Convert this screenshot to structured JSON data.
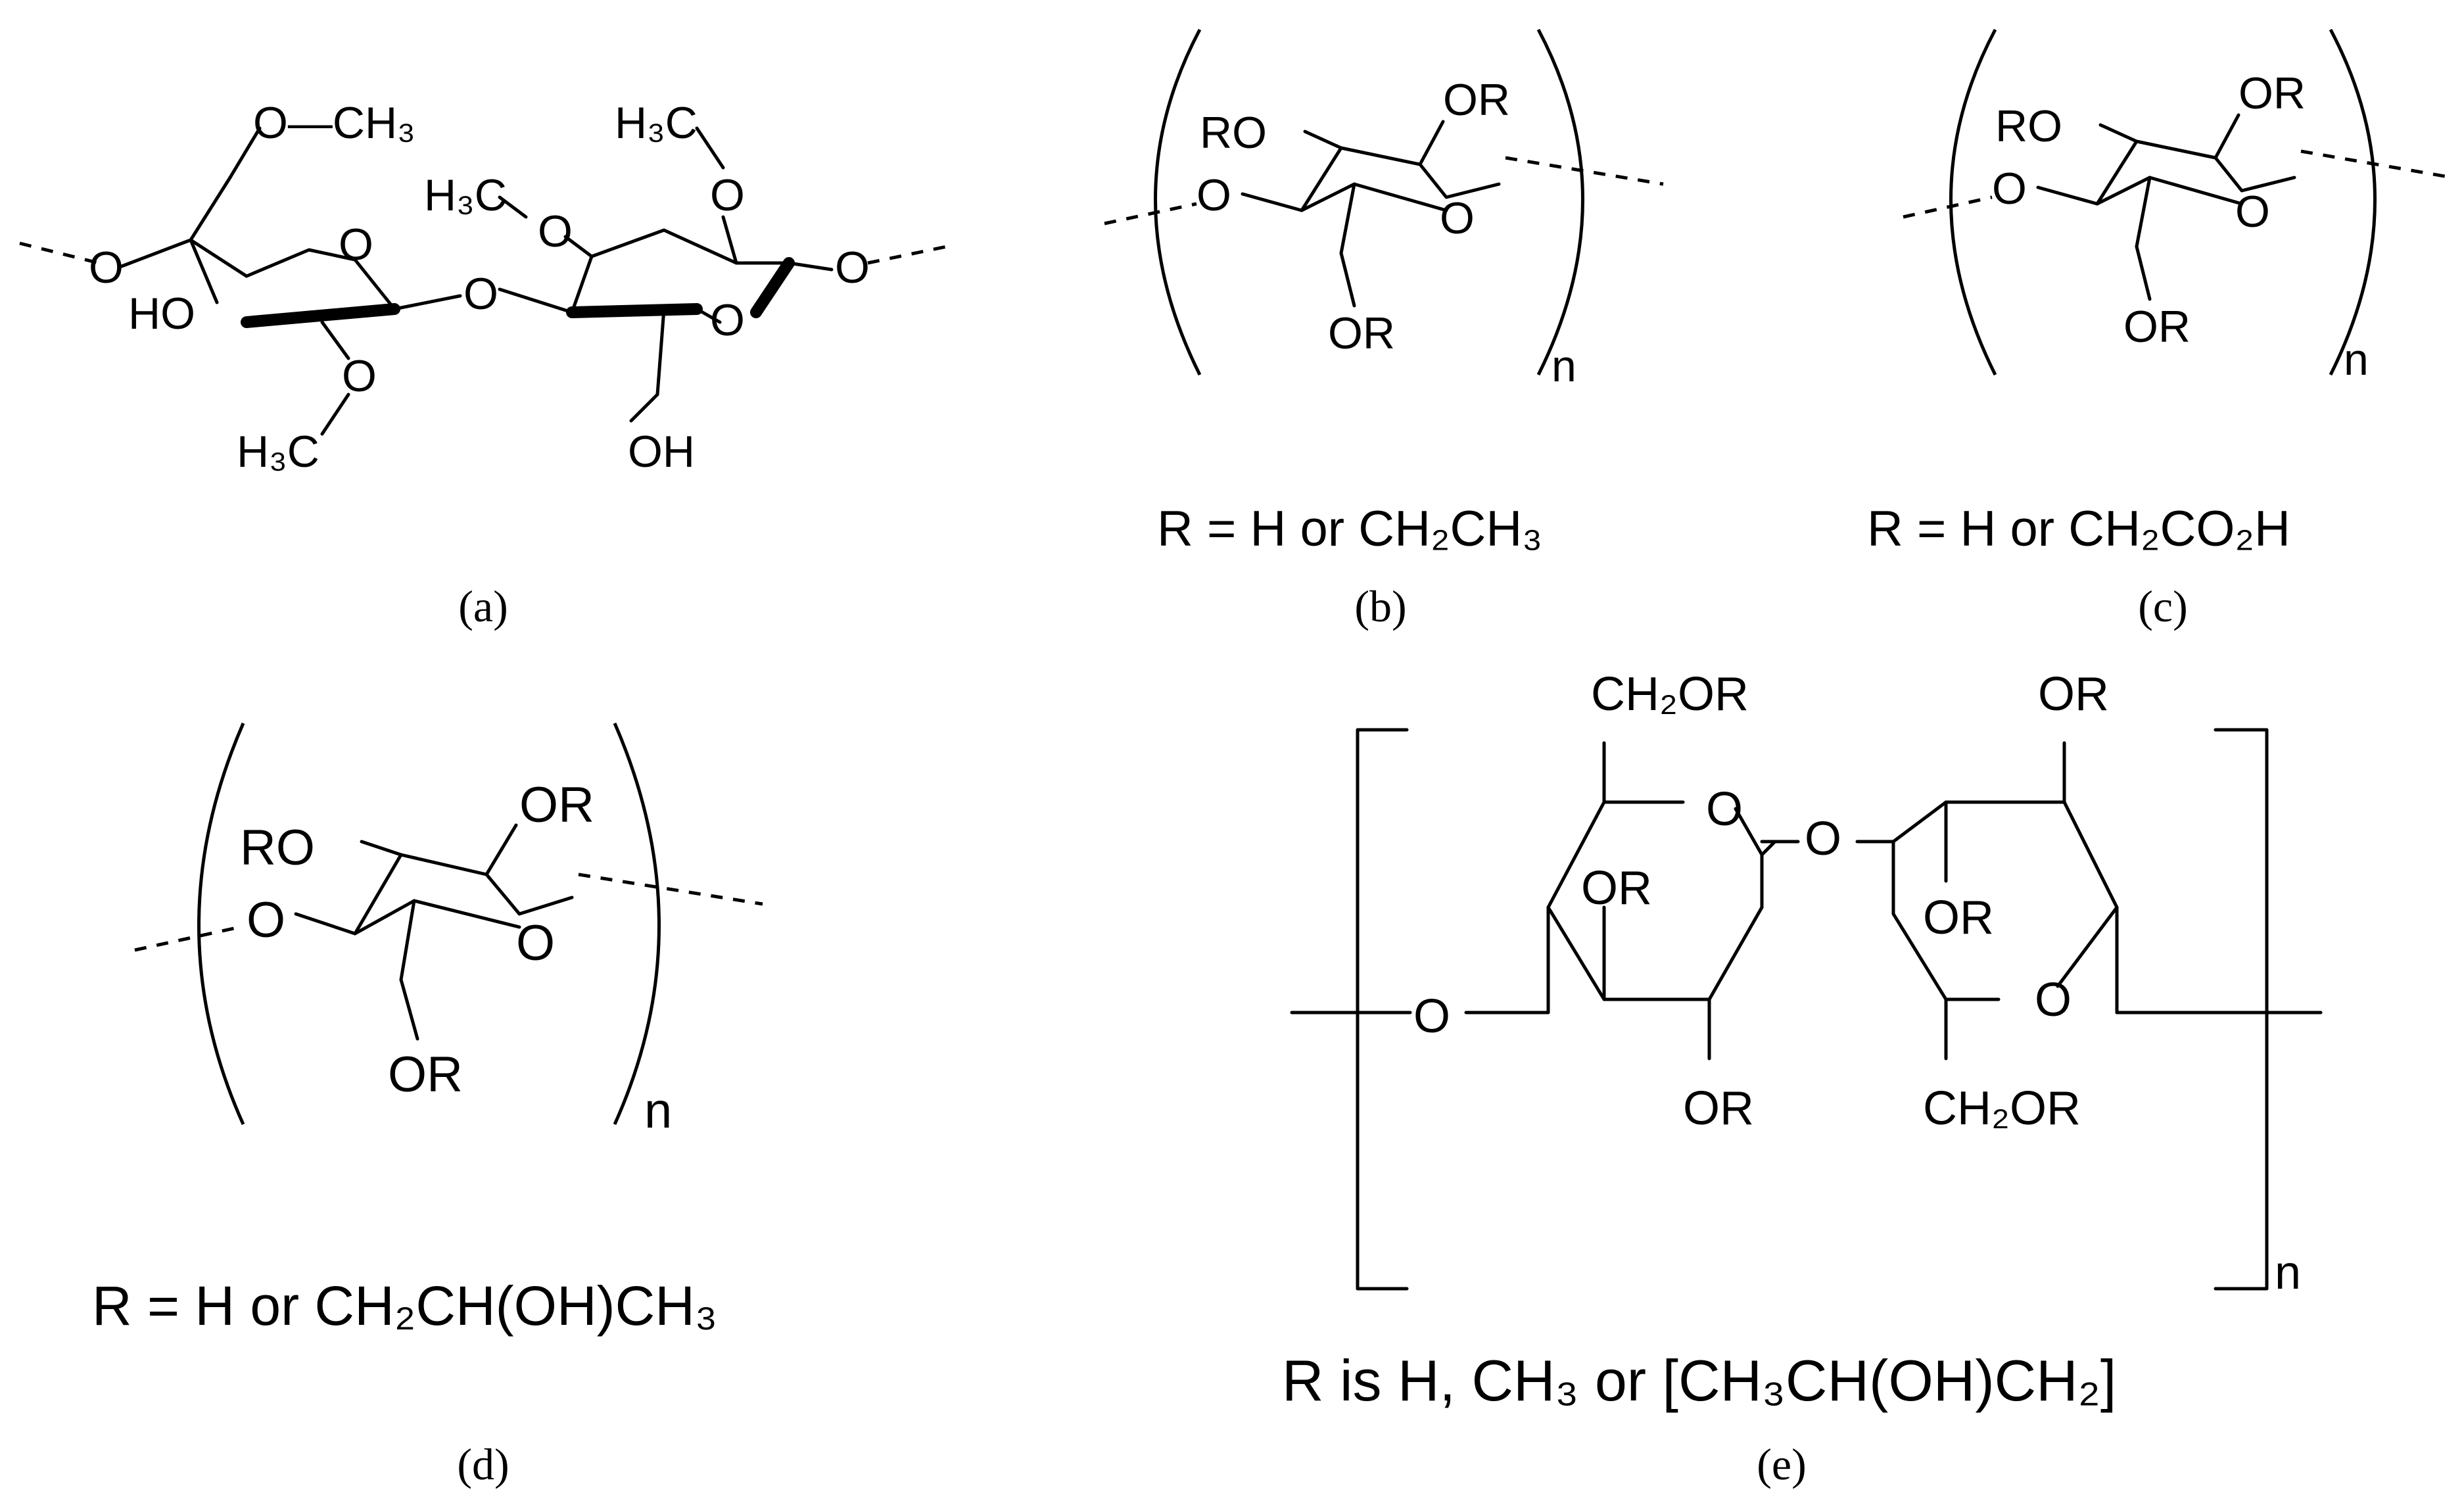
{
  "panels": {
    "a": {
      "caption": "(a)",
      "atoms": {
        "o_ch3_top": "O—CH₃",
        "h3c_top": "H₃C",
        "h3c_mid": "H₃C",
        "h3c_bottom": "H₃C",
        "ho": "HO",
        "oh": "OH",
        "o": "O"
      }
    },
    "b": {
      "caption": "(b)",
      "substituent": "R = H  or  CH₂CH₃",
      "atoms": {
        "or": "OR",
        "ro": "RO",
        "o": "O",
        "n": "n"
      }
    },
    "c": {
      "caption": "(c)",
      "substituent": "R = H  or  CH₂CO₂H",
      "atoms": {
        "or": "OR",
        "ro": "RO",
        "o": "O",
        "n": "n"
      }
    },
    "d": {
      "caption": "(d)",
      "substituent": "R = H  or  CH₂CH(OH)CH₃",
      "atoms": {
        "or": "OR",
        "ro": "RO",
        "o": "O",
        "n": "n"
      }
    },
    "e": {
      "caption": "(e)",
      "substituent": "R is H, CH₃ or [CH₃CH(OH)CH₂]",
      "atoms": {
        "ch2or": "CH₂OR",
        "or": "OR",
        "o": "O",
        "n": "n"
      }
    }
  }
}
